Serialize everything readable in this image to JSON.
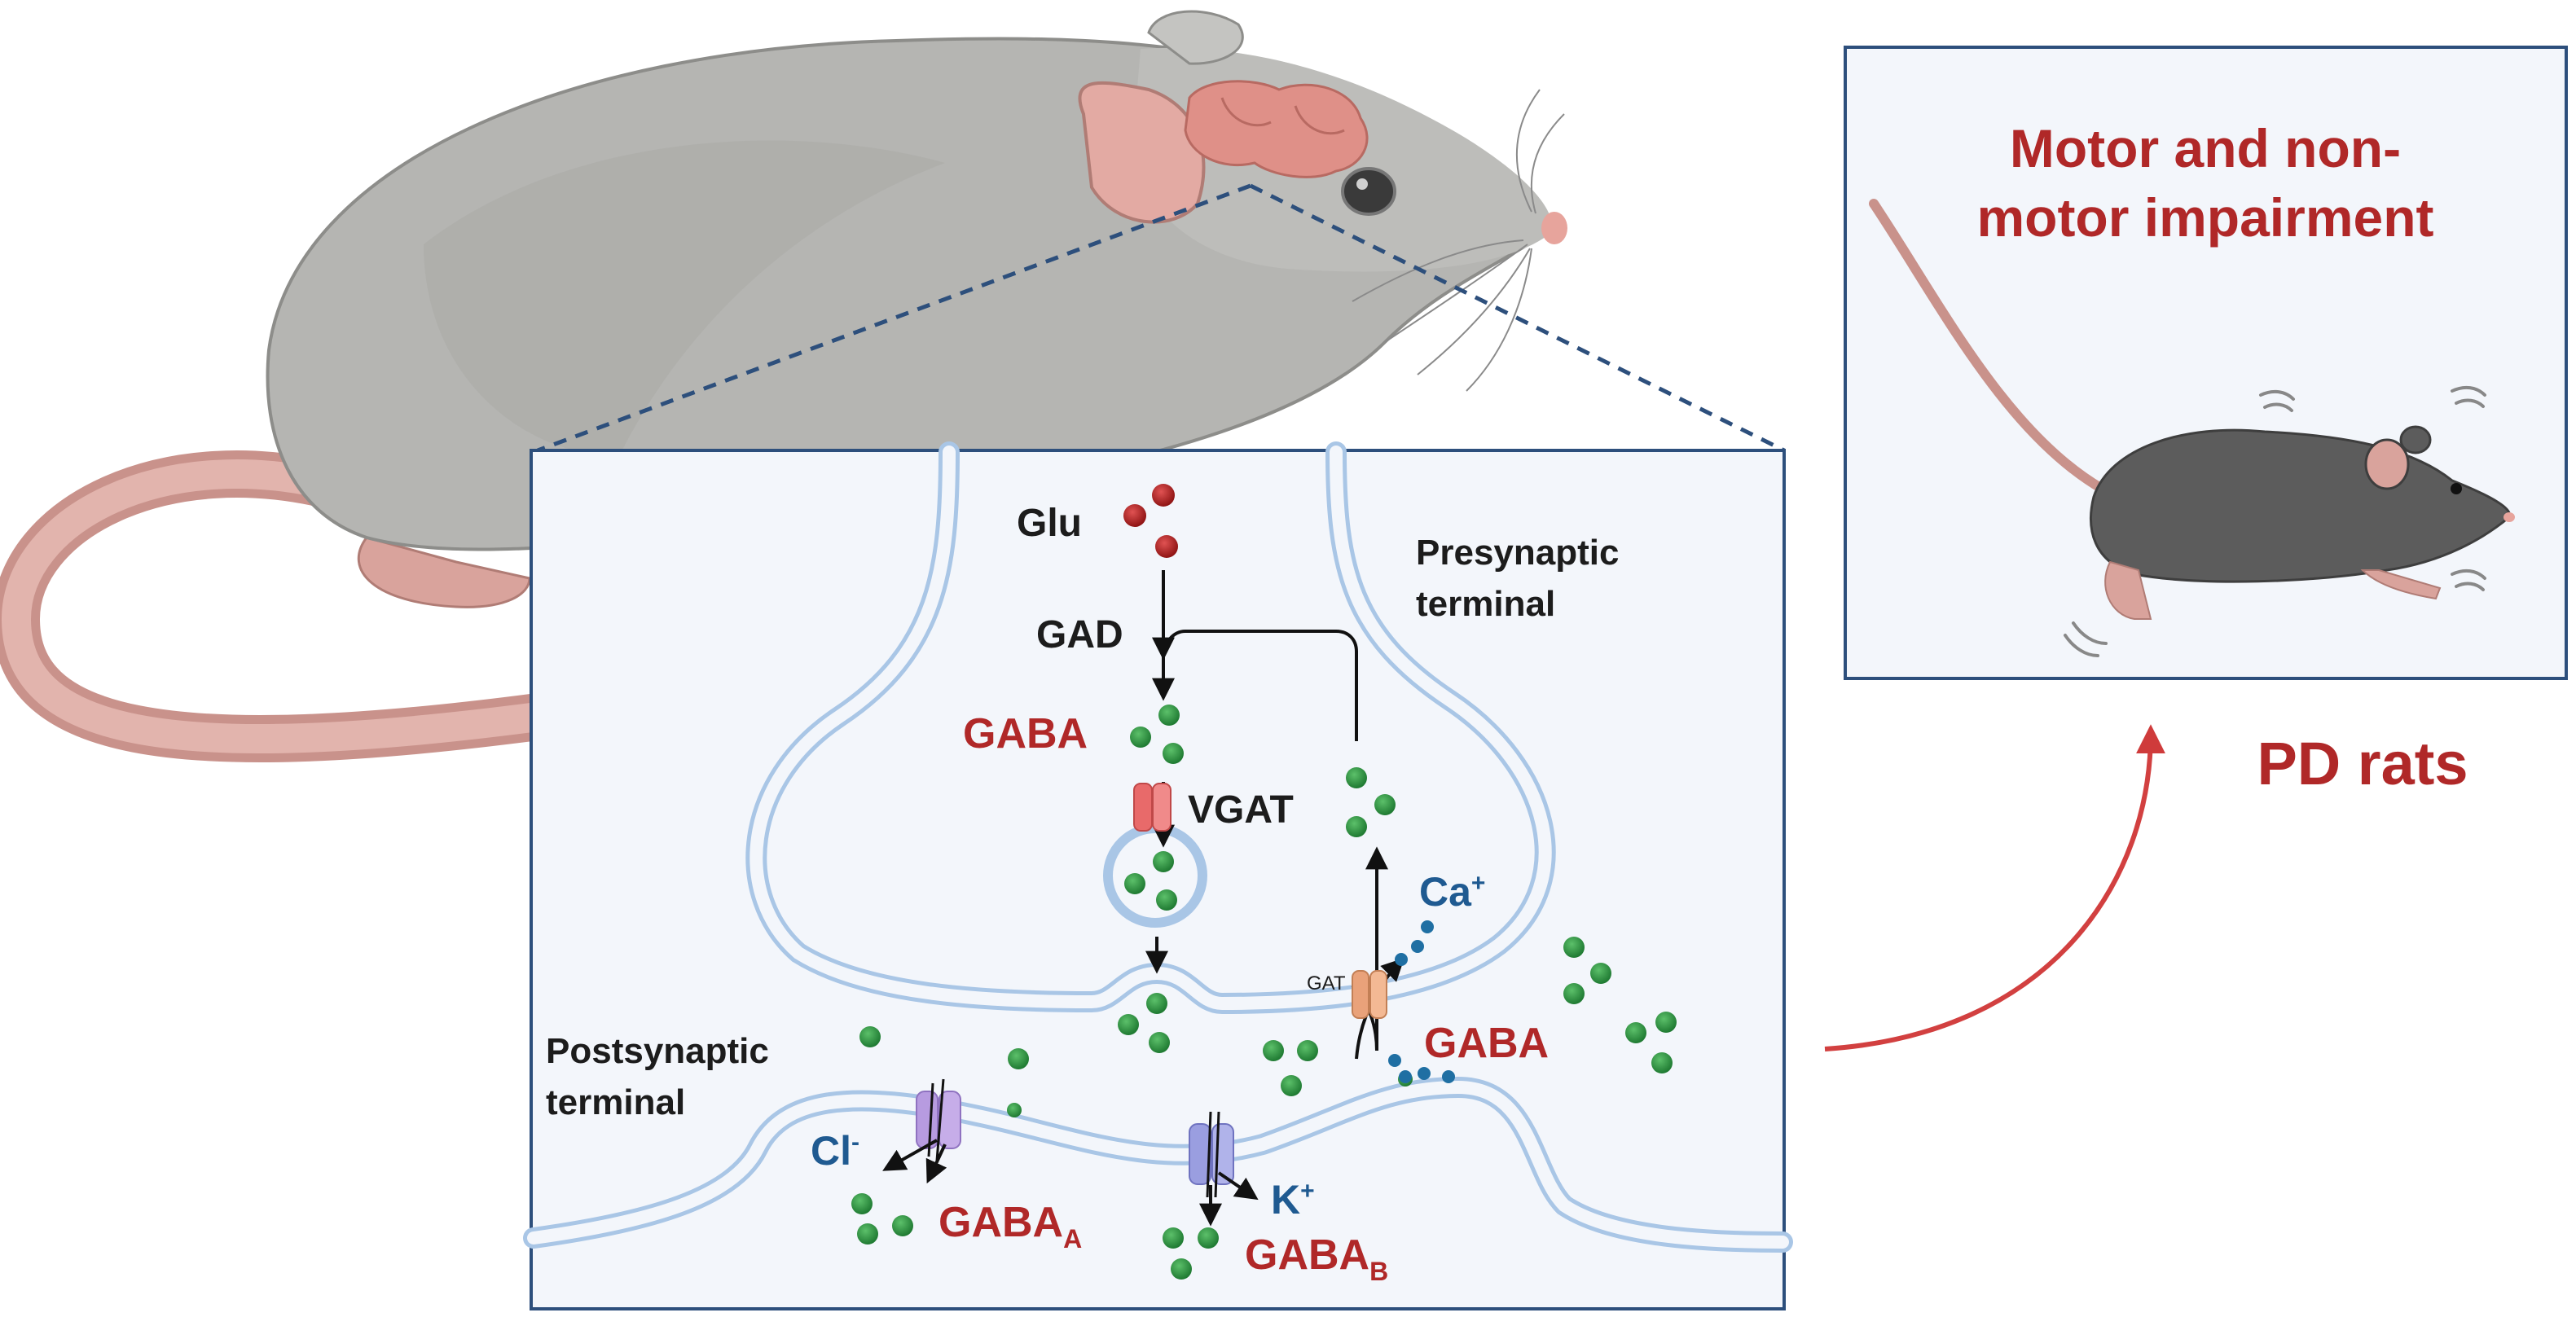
{
  "synapse": {
    "glu": "Glu",
    "gad": "GAD",
    "gaba_top": "GABA",
    "vgat": "VGAT",
    "presynaptic_line1": "Presynaptic",
    "presynaptic_line2": "terminal",
    "ca": "Ca",
    "ca_sup": "+",
    "gat": "GAT",
    "gaba_right": "GABA",
    "postsynaptic_line1": "Postsynaptic",
    "postsynaptic_line2": "terminal",
    "cl": "Cl",
    "cl_sup": "-",
    "gaba_a": "GABA",
    "gaba_a_sub": "A",
    "k": "K",
    "k_sup": "+",
    "gaba_b": "GABA",
    "gaba_b_sub": "B"
  },
  "outcome": {
    "line1": "Motor and non-",
    "line2": "motor impairment",
    "pd_label": "PD rats"
  },
  "colors": {
    "label_red": "#b02828",
    "label_blue": "#1f5a91",
    "gaba_dot": "#2e8b3e",
    "glu_dot": "#b22424",
    "panel_border": "#2d4f7c"
  }
}
